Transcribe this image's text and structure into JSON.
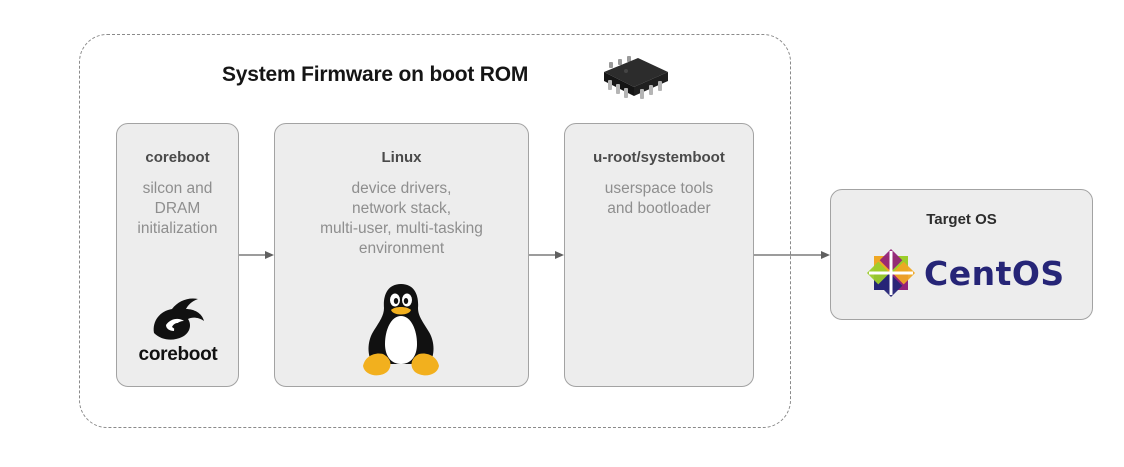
{
  "diagram": {
    "title": "System Firmware on boot ROM",
    "icons": {
      "chip": "rom-chip-icon",
      "coreboot": "coreboot-rabbit-logo",
      "linux": "tux-penguin-icon",
      "centos": "centos-logo"
    },
    "boxes": {
      "coreboot": {
        "title": "coreboot",
        "description": [
          "silcon and",
          "DRAM",
          "initialization"
        ],
        "logo_text": "coreboot"
      },
      "linux": {
        "title": "Linux",
        "description": [
          "device drivers,",
          "network stack,",
          "multi-user, multi-tasking",
          "environment"
        ]
      },
      "uroot": {
        "title": "u-root/systemboot",
        "description": [
          "userspace tools",
          "and bootloader"
        ]
      },
      "target": {
        "title": "Target OS",
        "logo_text": "CentOS"
      }
    },
    "colors": {
      "box_fill": "#ededed",
      "box_border": "#a3a3a3",
      "container_border": "#8a8a8a",
      "arrow": "#606060",
      "centos_text": "#262577"
    }
  }
}
